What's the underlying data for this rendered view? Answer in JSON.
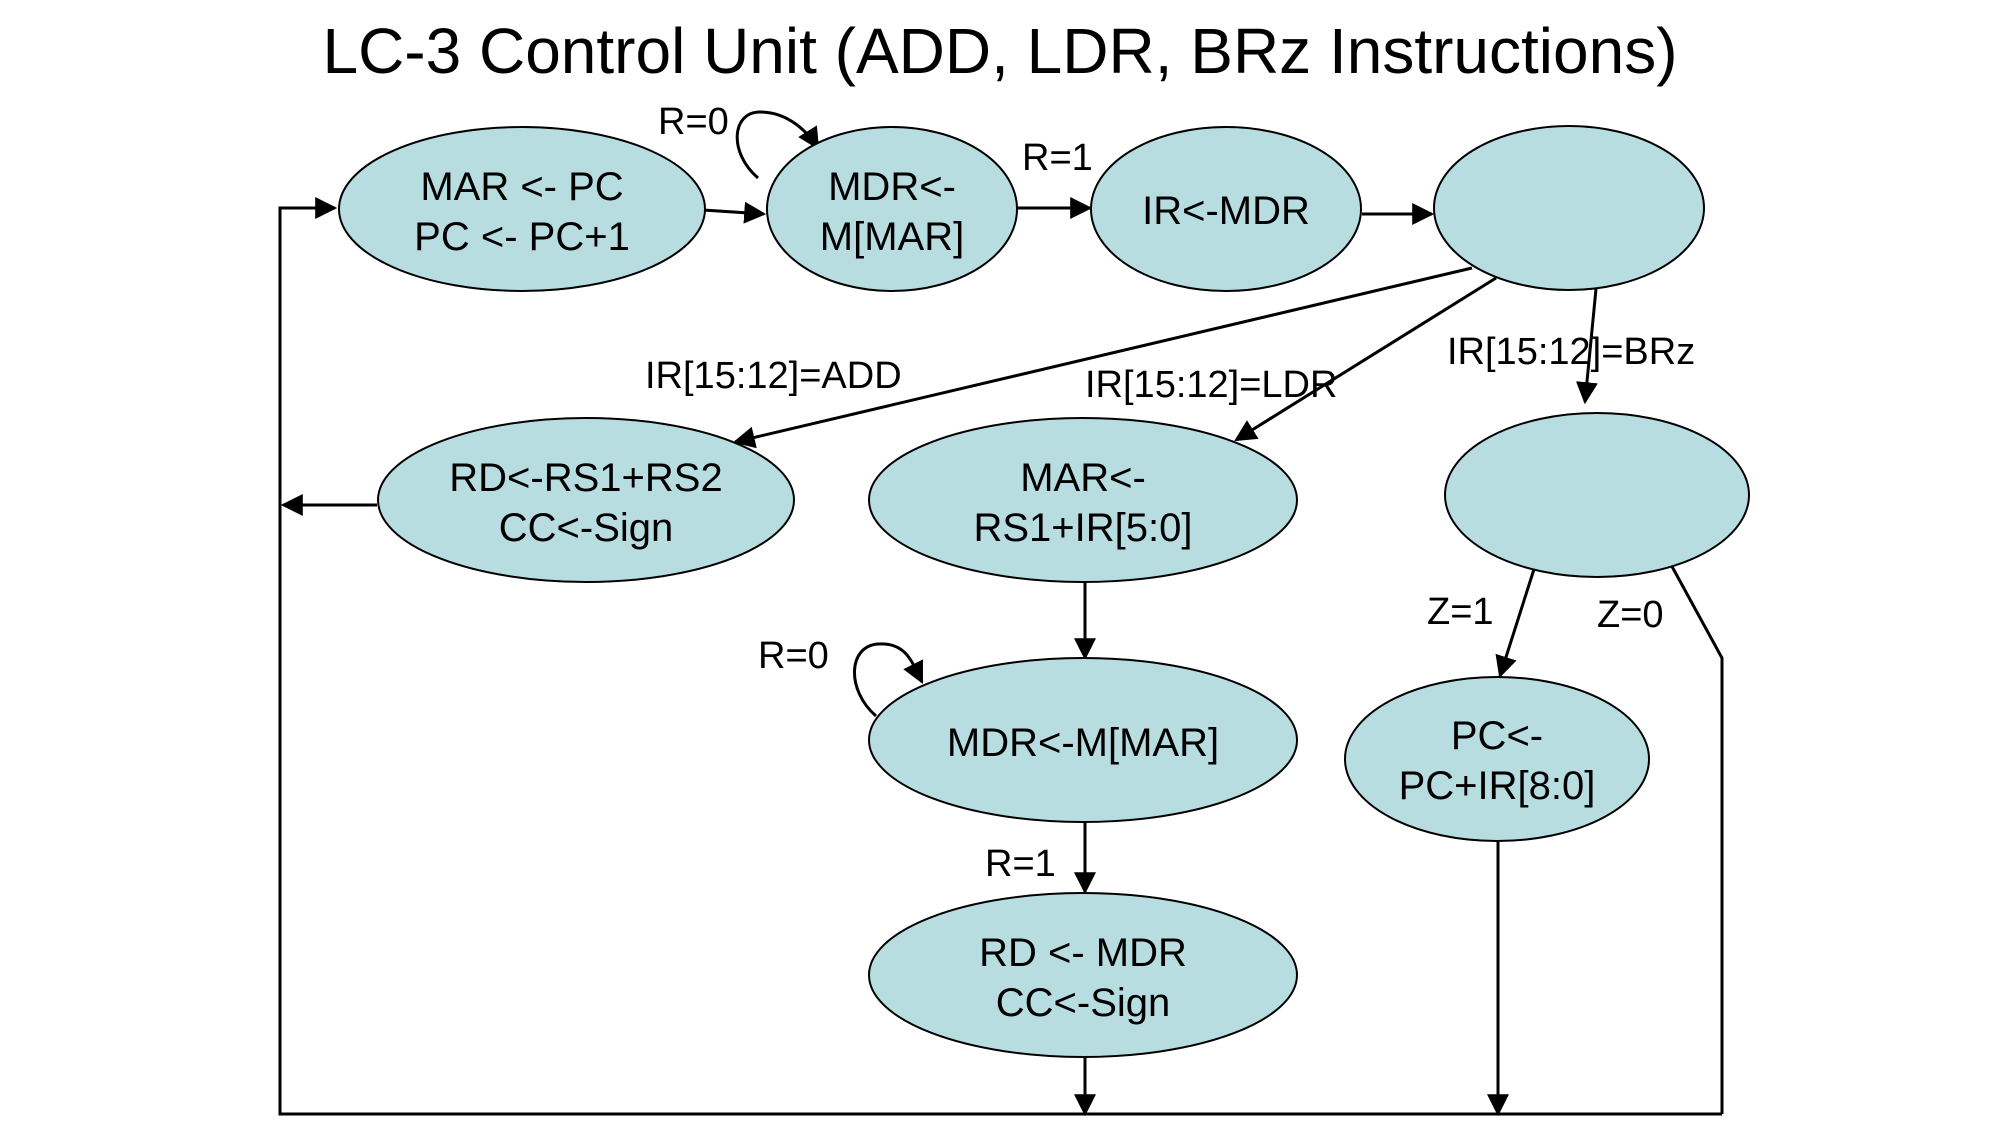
{
  "title": "LC-3 Control Unit (ADD, LDR, BRz Instructions)",
  "states": {
    "fetch1": [
      "MAR <- PC",
      "PC <- PC+1"
    ],
    "fetch2": [
      "MDR<-",
      "M[MAR]"
    ],
    "fetch3": [
      "IR<-MDR"
    ],
    "decode": [],
    "add": [
      "RD<-RS1+RS2",
      "CC<-Sign"
    ],
    "ldr1": [
      "MAR<-",
      "RS1+IR[5:0]"
    ],
    "ldr2": [
      "MDR<-M[MAR]"
    ],
    "ldr3": [
      "RD <- MDR",
      "CC<-Sign"
    ],
    "brz_check": [],
    "brz_taken": [
      "PC<-",
      "PC+IR[8:0]"
    ]
  },
  "edges": {
    "fetch2_wait": "R=0",
    "fetch2_ready": "R=1",
    "opcode_add": "IR[15:12]=ADD",
    "opcode_ldr": "IR[15:12]=LDR",
    "opcode_brz": "IR[15:12]=BRz",
    "ldr2_wait": "R=0",
    "ldr2_ready": "R=1",
    "z_set": "Z=1",
    "z_clear": "Z=0"
  },
  "colors": {
    "state_fill": "#b7dde1",
    "stroke": "#000000"
  }
}
